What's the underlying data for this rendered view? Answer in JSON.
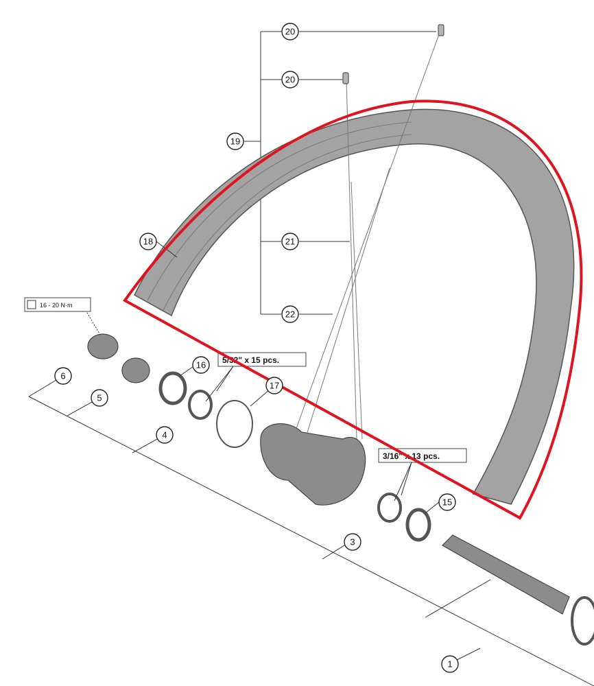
{
  "callouts": {
    "c20a": "20",
    "c20b": "20",
    "c19": "19",
    "c18": "18",
    "c21": "21",
    "c22": "22",
    "c16": "16",
    "c17": "17",
    "c6": "6",
    "c5": "5",
    "c4": "4",
    "c3": "3",
    "c15": "15",
    "c1": "1"
  },
  "labels": {
    "torque": "16 - 20 N·m",
    "bearing_front": "5/32\" x 15 pcs.",
    "bearing_rear": "3/16\" x 13 pcs."
  },
  "colors": {
    "highlight": "#e0141e",
    "rim": "#9a9a9a",
    "line": "#333333"
  }
}
